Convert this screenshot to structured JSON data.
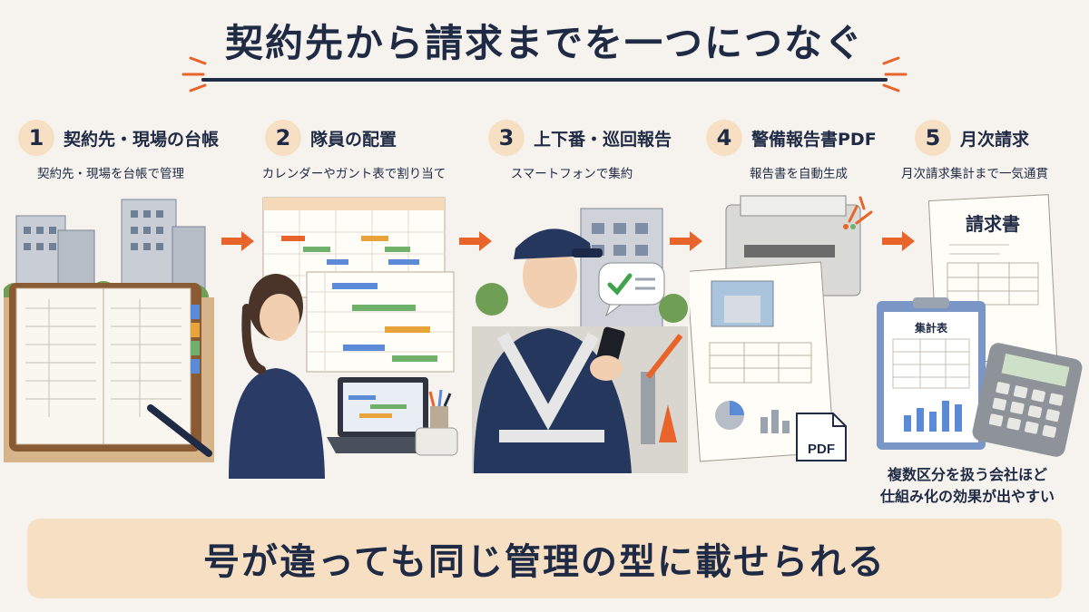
{
  "title": "契約先から請求までを一つにつなぐ",
  "steps": [
    {
      "number": "1",
      "title": "契約先・現場の台帳",
      "desc": "契約先・現場を台帳で管理"
    },
    {
      "number": "2",
      "title": "隊員の配置",
      "desc": "カレンダーやガント表で割り当て"
    },
    {
      "number": "3",
      "title": "上下番・巡回報告",
      "desc": "スマートフォンで集約"
    },
    {
      "number": "4",
      "title": "警備報告書PDF",
      "desc": "報告書を自動生成"
    },
    {
      "number": "5",
      "title": "月次請求",
      "desc": "月次請求集計まで一気通貫"
    }
  ],
  "labels": {
    "invoice": "請求書",
    "summary": "集計表",
    "pdf": "PDF"
  },
  "note": [
    "複数区分を扱う会社ほど",
    "仕組み化の効果が出やすい"
  ],
  "banner": "号が違っても同じ管理の型に載せられる",
  "colors": {
    "navy": "#1f2a44",
    "accent_orange": "#e8642a",
    "banner_bg": "#f7dfc3",
    "background": "#f6f3ee"
  }
}
